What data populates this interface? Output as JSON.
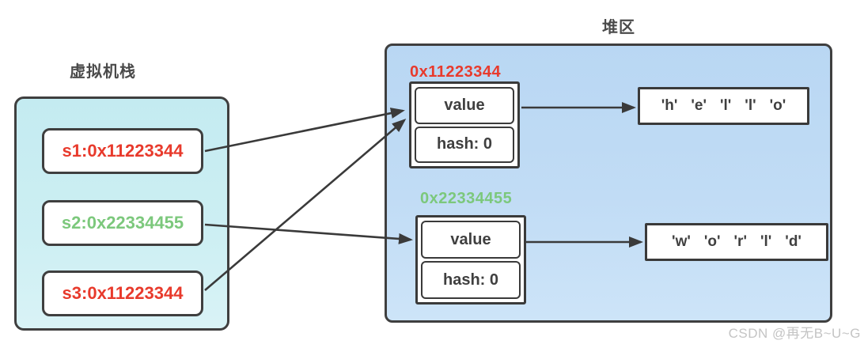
{
  "diagram": {
    "stack": {
      "label": "虚拟机栈",
      "frames": [
        {
          "text": "s1:0x11223344",
          "color": "#e83a2c"
        },
        {
          "text": "s2:0x22334455",
          "color": "#7cc87c"
        },
        {
          "text": "s3:0x11223344",
          "color": "#e83a2c"
        }
      ]
    },
    "heap": {
      "label": "堆区",
      "objects": [
        {
          "address": "0x11223344",
          "address_color": "#e83a2c",
          "fields": [
            "value",
            "hash: 0"
          ],
          "chars": [
            "'h'",
            "'e'",
            "'l'",
            "'l'",
            "'o'"
          ]
        },
        {
          "address": "0x22334455",
          "address_color": "#7cc87c",
          "fields": [
            "value",
            "hash: 0"
          ],
          "chars": [
            "'w'",
            "'o'",
            "'r'",
            "'l'",
            "'d'"
          ]
        }
      ]
    },
    "watermark": "CSDN @再无B~U~G"
  }
}
